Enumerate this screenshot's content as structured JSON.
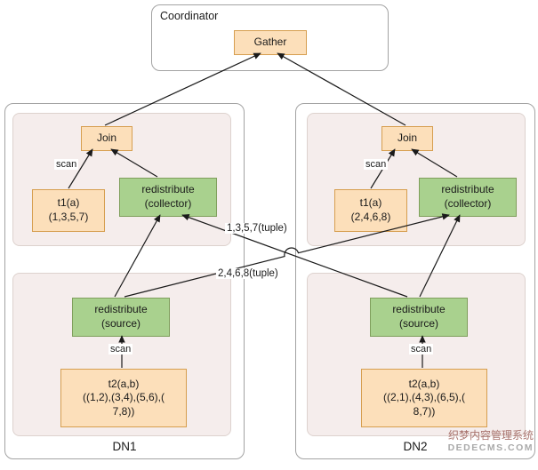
{
  "colors": {
    "node_orange": "#FCDFBA",
    "node_orange_border": "#D69E4F",
    "node_green": "#A9D18E",
    "node_green_border": "#7F9F5C",
    "group_background": "#F5EDEC",
    "watermark_red": "#A8736D"
  },
  "coordinator": {
    "title": "Coordinator",
    "gather_label": "Gather"
  },
  "edges": {
    "tuple_to_dn1_label": "1,3,5,7(tuple)",
    "tuple_to_dn2_label": "2,4,6,8(tuple)"
  },
  "dn1": {
    "title": "DN1",
    "join_label": "Join",
    "scan_top_label": "scan",
    "scan_bottom_label": "scan",
    "t1_name": "t1(a)",
    "t1_rows": "(1,3,5,7)",
    "collector_line1": "redistribute",
    "collector_line2": "(collector)",
    "source_line1": "redistribute",
    "source_line2": "(source)",
    "t2_name": "t2(a,b)",
    "t2_rows_line1": "((1,2),(3,4),(5,6),(",
    "t2_rows_line2": "7,8))"
  },
  "dn2": {
    "title": "DN2",
    "join_label": "Join",
    "scan_top_label": "scan",
    "scan_bottom_label": "scan",
    "t1_name": "t1(a)",
    "t1_rows": "(2,4,6,8)",
    "collector_line1": "redistribute",
    "collector_line2": "(collector)",
    "source_line1": "redistribute",
    "source_line2": "(source)",
    "t2_name": "t2(a,b)",
    "t2_rows_line1": "((2,1),(4,3),(6,5),(",
    "t2_rows_line2": "8,7))"
  },
  "watermark": {
    "line1": "织梦内容管理系统",
    "line2": "DEDECMS.COM"
  }
}
